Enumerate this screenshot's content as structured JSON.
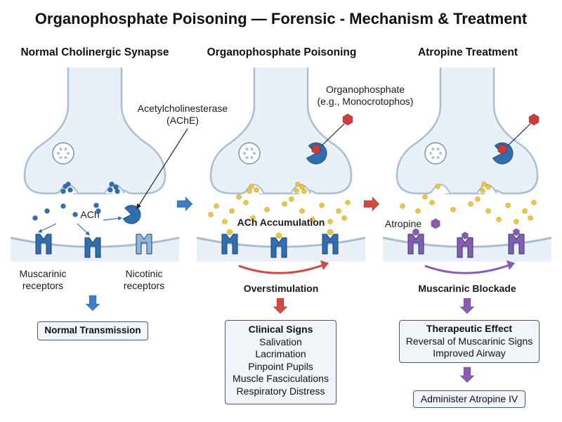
{
  "title": "Organophosphate Poisoning — Forensic - Mechanism & Treatment",
  "panels": [
    {
      "heading": "Normal Cholinergic Synapse",
      "ach_label": "ACh",
      "enzyme_label_1": "Acetylcholinesterase",
      "enzyme_label_2": "(AChE)",
      "muscarinic_1": "Muscarinic",
      "muscarinic_2": "receptors",
      "nicotinic_1": "Nicotinic",
      "nicotinic_2": "receptors",
      "result": "Normal Transmission"
    },
    {
      "heading": "Organophosphate Poisoning",
      "op_label_1": "Organophosphate",
      "op_label_2": "(e.g., Monocrotophos)",
      "accumulation": "ACh Accumulation",
      "effect": "Overstimulation",
      "signs_title": "Clinical Signs",
      "signs": [
        "Salivation",
        "Lacrimation",
        "Pinpoint Pupils",
        "Muscle Fasciculations",
        "Respiratory Distress"
      ]
    },
    {
      "heading": "Atropine Treatment",
      "drug_label": "Atropine",
      "effect": "Muscarinic Blockade",
      "therapeutic_title": "Therapeutic Effect",
      "therapeutic_lines": [
        "Reversal of Muscarinic Signs",
        "Improved Airway"
      ],
      "action": "Administer Atropine IV"
    }
  ],
  "colors": {
    "membrane": "#a9bed6",
    "cell_fill": "#eaf0f7",
    "receptor_blue": "#2f6fb0",
    "receptor_light": "#8fb6d8",
    "receptor_purple": "#8a5bb4",
    "ach_blue": "#2f6fb0",
    "ach_yellow": "#f0c53a",
    "enzyme_blue": "#2f6fb0",
    "inhibitor_red": "#d23b3b",
    "atropine_purple": "#8a5bb4",
    "arrow_blue": "#3e7fc1",
    "arrow_red": "#d04a3f",
    "arrow_purple": "#8a5bb4"
  }
}
